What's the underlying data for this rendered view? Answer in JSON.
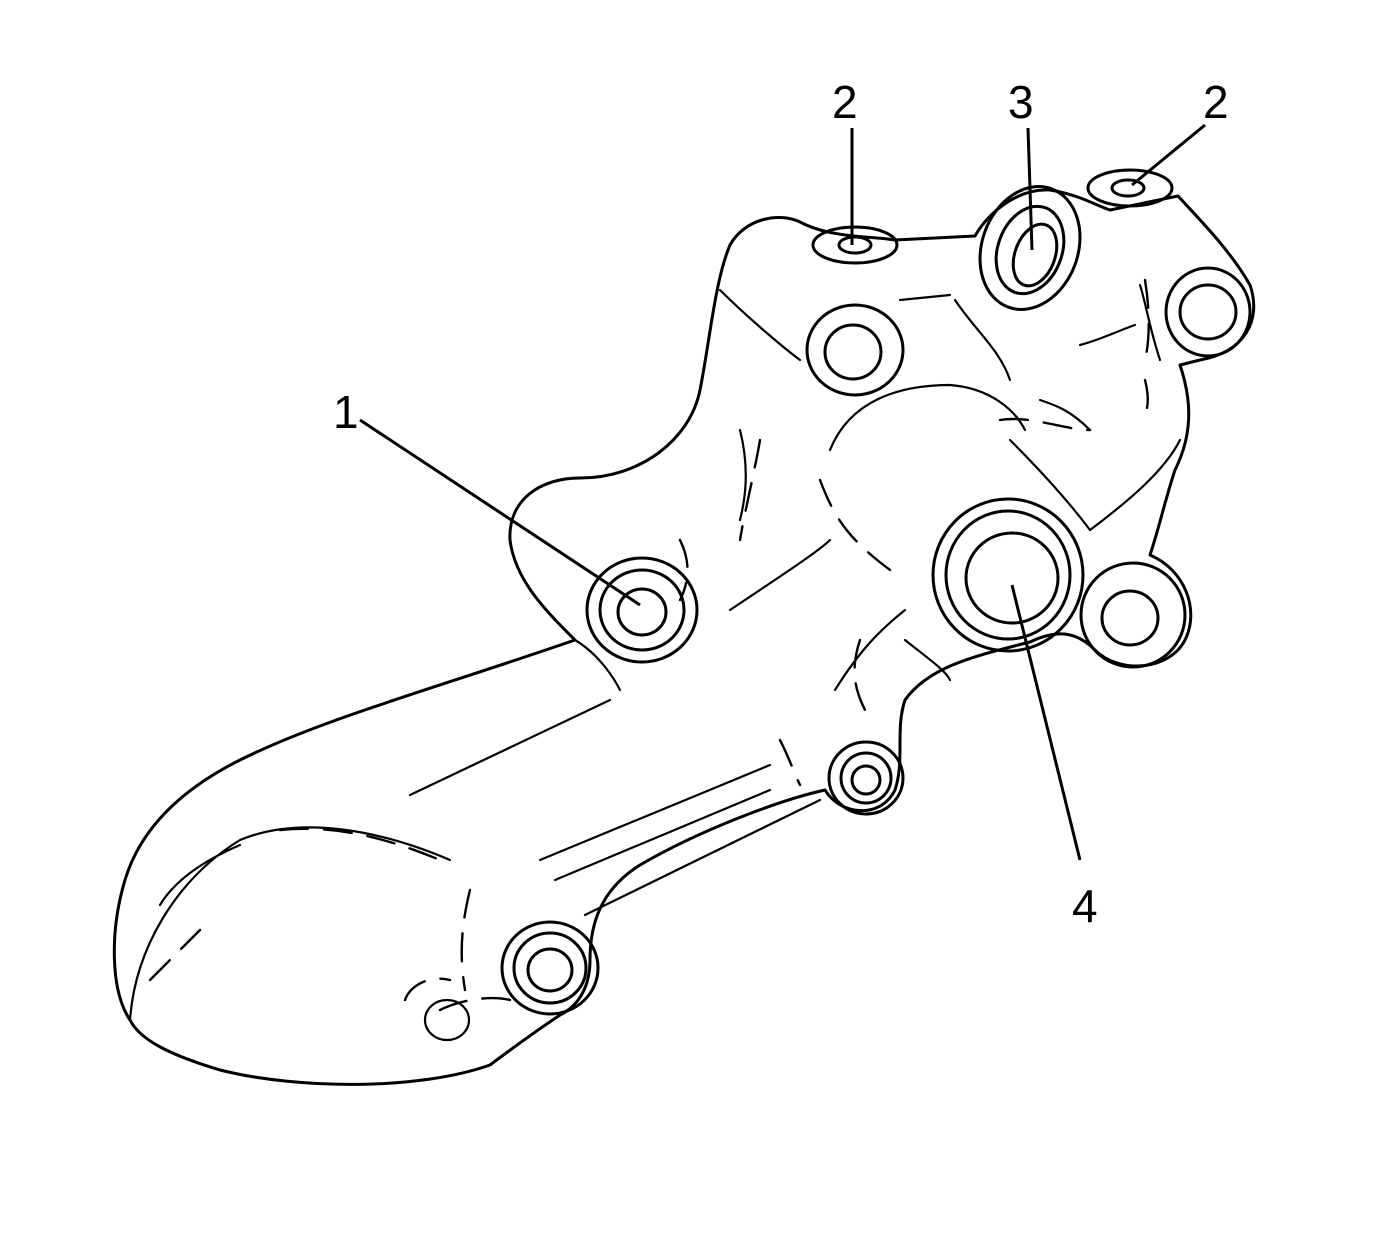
{
  "diagram": {
    "callouts": [
      {
        "id": "c1",
        "label": "1"
      },
      {
        "id": "c2a",
        "label": "2"
      },
      {
        "id": "c3",
        "label": "3"
      },
      {
        "id": "c2b",
        "label": "2"
      },
      {
        "id": "c4",
        "label": "4"
      }
    ]
  }
}
